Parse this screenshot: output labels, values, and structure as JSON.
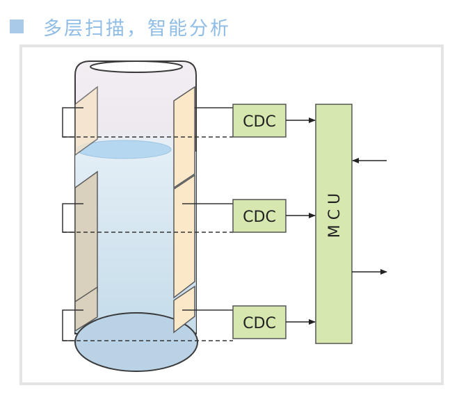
{
  "header": {
    "title": "多层扫描，智能分析"
  },
  "diagram": {
    "cdc_labels": [
      "CDC",
      "CDC",
      "CDC"
    ],
    "mcu_label": "M C U"
  },
  "colors": {
    "accent_square": "#a9cbe9",
    "title_text": "#8fbde6",
    "block_fill": "#d6e7b0",
    "block_stroke": "#555555",
    "liquid_top": "#b5d7ef",
    "electrode_fill": "#fbe8c8"
  }
}
